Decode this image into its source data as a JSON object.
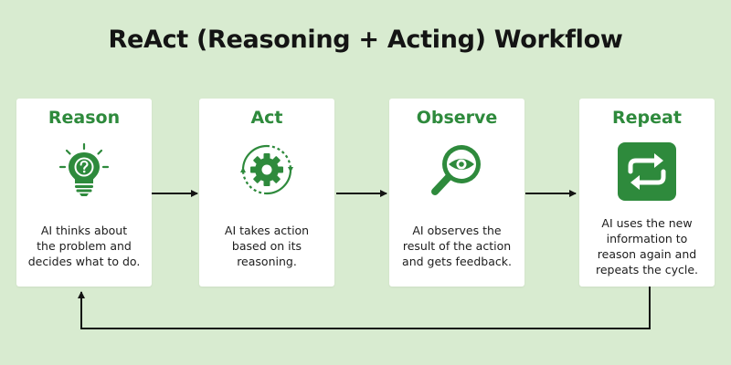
{
  "title": "ReAct (Reasoning + Acting) Workflow",
  "colors": {
    "background": "#d8ebd0",
    "card": "#ffffff",
    "accent": "#2e8a3c",
    "arrow": "#141414"
  },
  "steps": [
    {
      "title": "Reason",
      "icon": "lightbulb-question-icon",
      "lines": [
        "AI thinks about",
        "the problem and",
        "decides what to do."
      ]
    },
    {
      "title": "Act",
      "icon": "gear-cycle-icon",
      "lines": [
        "AI takes action",
        "based on its",
        "reasoning."
      ]
    },
    {
      "title": "Observe",
      "icon": "magnifier-eye-icon",
      "lines": [
        "AI observes the",
        "result of the action",
        "and gets feedback."
      ]
    },
    {
      "title": "Repeat",
      "icon": "repeat-arrows-icon",
      "lines": [
        "AI uses the new",
        "information to",
        "reason again and",
        "repeats the cycle."
      ]
    }
  ]
}
